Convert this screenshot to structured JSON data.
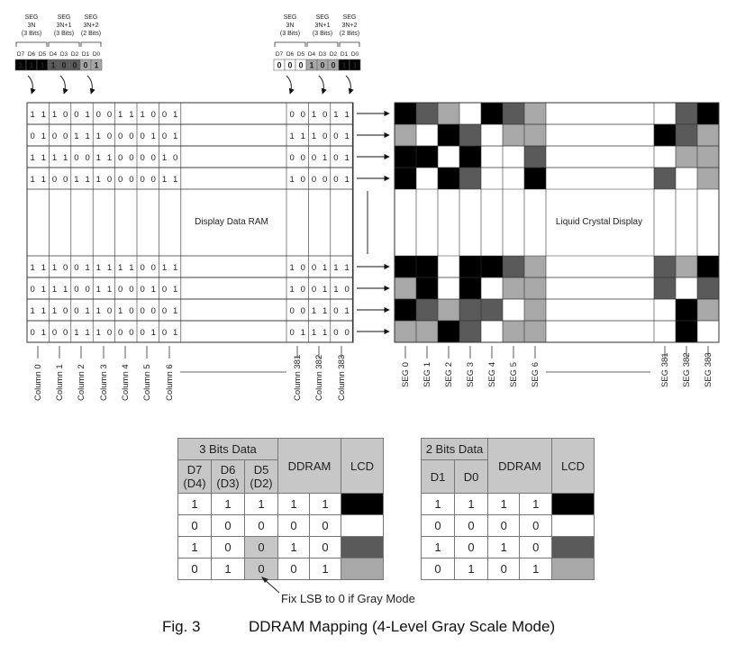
{
  "seg_groups": [
    {
      "labels": [
        [
          "SEG",
          "3N",
          "(3 Bits)"
        ],
        [
          "SEG",
          "3N+1",
          "(3 Bits)"
        ],
        [
          "SEG",
          "3N+2",
          "(2 Bits)"
        ]
      ],
      "bits": [
        "D7",
        "D6",
        "D5",
        "D4",
        "D3",
        "D2",
        "D1",
        "D0"
      ],
      "values": [
        "1",
        "1",
        "1",
        "1",
        "0",
        "0",
        "0",
        "1"
      ],
      "shades": [
        "#000000",
        "#000000",
        "#000000",
        "#5a5a5a",
        "#5a5a5a",
        "#5a5a5a",
        "#a8a8a8",
        "#a8a8a8"
      ]
    },
    {
      "labels": [
        [
          "SEG",
          "3N",
          "(3 Bits)"
        ],
        [
          "SEG",
          "3N+1",
          "(3 Bits)"
        ],
        [
          "SEG",
          "3N+2",
          "(2 Bits)"
        ]
      ],
      "bits": [
        "D7",
        "D6",
        "D5",
        "D4",
        "D3",
        "D2",
        "D1",
        "D0"
      ],
      "values": [
        "0",
        "0",
        "0",
        "1",
        "0",
        "0",
        "1",
        "1"
      ],
      "shades": [
        "#ffffff",
        "#ffffff",
        "#ffffff",
        "#a8a8a8",
        "#a8a8a8",
        "#a8a8a8",
        "#000000",
        "#000000"
      ]
    }
  ],
  "ram_label": "Display Data RAM",
  "lcd_label": "Liquid Crystal Display",
  "ram_rows_left": [
    "11100100111001",
    "01001110000101",
    "11110011000010",
    "11001110000011",
    "11100111110011",
    "01110011000101",
    "11100110100001",
    "01001110000101"
  ],
  "ram_rows_right": [
    "001011",
    "111001",
    "000101",
    "100001",
    "100111",
    "100110",
    "001101",
    "011100"
  ],
  "ram_columns": [
    "Column 0",
    "Column 1",
    "Column 2",
    "Column 3",
    "Column 4",
    "Column 5",
    "Column 6",
    "Column 381",
    "Column 382",
    "Column 383"
  ],
  "seg_columns": [
    "SEG 0",
    "SEG 1",
    "SEG 2",
    "SEG 3",
    "SEG 4",
    "SEG 5",
    "SEG 6",
    "SEG 381",
    "SEG 382",
    "SEG 383"
  ],
  "lcd_levels": [
    [
      0,
      2,
      1,
      3,
      0,
      2,
      1,
      3,
      2,
      0
    ],
    [
      1,
      3,
      0,
      2,
      3,
      1,
      1,
      0,
      2,
      1
    ],
    [
      0,
      0,
      3,
      0,
      3,
      3,
      2,
      3,
      1,
      1
    ],
    [
      0,
      3,
      0,
      2,
      3,
      3,
      0,
      2,
      3,
      1
    ],
    [
      0,
      0,
      3,
      0,
      0,
      2,
      1,
      2,
      1,
      0
    ],
    [
      1,
      0,
      3,
      0,
      3,
      1,
      1,
      2,
      3,
      2
    ],
    [
      0,
      2,
      1,
      2,
      2,
      3,
      1,
      3,
      0,
      1
    ],
    [
      1,
      1,
      0,
      2,
      3,
      1,
      1,
      3,
      0,
      3
    ]
  ],
  "gray_levels": {
    "colors": [
      "#000000",
      "#a8a8a8",
      "#5a5a5a",
      "#ffffff"
    ]
  },
  "table3": {
    "title": "3 Bits Data",
    "headers": [
      "D7\n(D4)",
      "D6\n(D3)",
      "D5\n(D2)"
    ],
    "ddram": "DDRAM",
    "lcd": "LCD",
    "rows": [
      [
        "1",
        "1",
        "1",
        "1",
        "1"
      ],
      [
        "0",
        "0",
        "0",
        "0",
        "0"
      ],
      [
        "1",
        "0",
        "0",
        "1",
        "0"
      ],
      [
        "0",
        "1",
        "0",
        "0",
        "1"
      ]
    ],
    "lcd_colors": [
      "#000000",
      "#ffffff",
      "#5a5a5a",
      "#a8a8a8"
    ]
  },
  "table2": {
    "title": "2 Bits Data",
    "headers": [
      "D1",
      "D0"
    ],
    "ddram": "DDRAM",
    "lcd": "LCD",
    "rows": [
      [
        "1",
        "1",
        "1",
        "1"
      ],
      [
        "0",
        "0",
        "0",
        "0"
      ],
      [
        "1",
        "0",
        "1",
        "0"
      ],
      [
        "0",
        "1",
        "0",
        "1"
      ]
    ],
    "lcd_colors": [
      "#000000",
      "#ffffff",
      "#5a5a5a",
      "#a8a8a8"
    ]
  },
  "note": "Fix LSB to 0 if Gray Mode",
  "caption_fig": "Fig. 3",
  "caption_title": "DDRAM Mapping (4-Level Gray Scale Mode)"
}
